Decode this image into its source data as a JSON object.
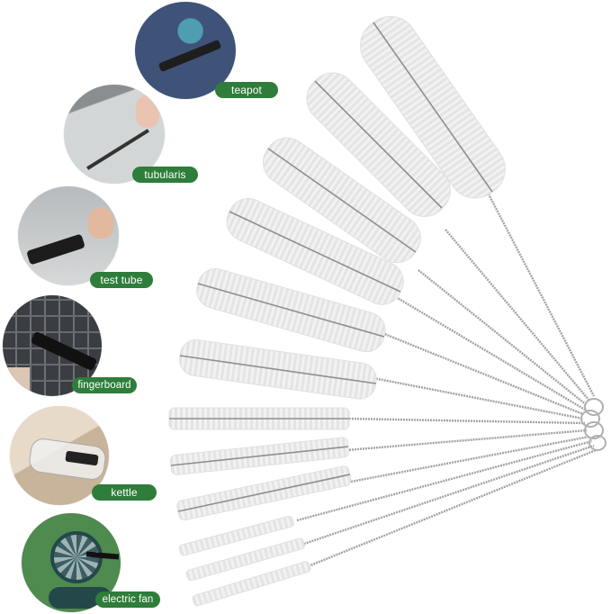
{
  "product": "bottle cleaning brush set",
  "colors": {
    "badge_bg": "#2e7d3a",
    "badge_text": "#ffffff",
    "bristle": "#eeeeee",
    "wire": "#9a9a9a",
    "background": "#ffffff"
  },
  "usage_examples": [
    {
      "label": "teapot",
      "scene_color": "#3e5377",
      "accent": "#4f9db0"
    },
    {
      "label": "tubularis",
      "scene_color": "#c9cccc",
      "accent": "#4a4a4a"
    },
    {
      "label": "test tube",
      "scene_color": "#c8cbcd",
      "accent": "#2b2b2b"
    },
    {
      "label": "fingerboard",
      "scene_color": "#3d4146",
      "accent": "#d9c3b3"
    },
    {
      "label": "kettle",
      "scene_color": "#d8c7b0",
      "accent": "#f0e5d8"
    },
    {
      "label": "electric fan",
      "scene_color": "#4f8a4f",
      "accent": "#24474a"
    }
  ],
  "brush_count": 12
}
